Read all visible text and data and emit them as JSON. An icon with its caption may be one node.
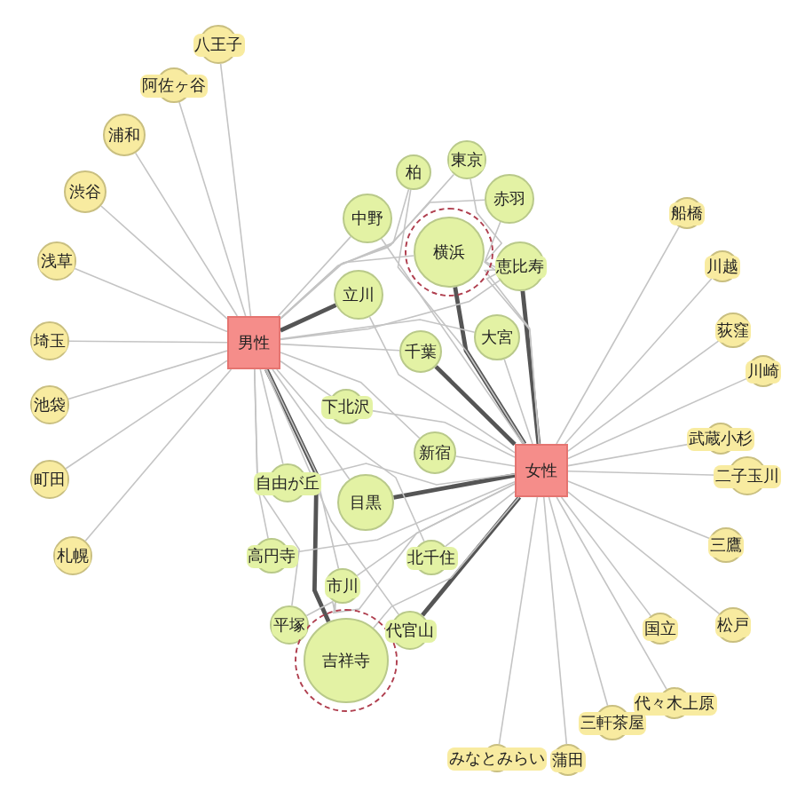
{
  "diagram": {
    "nodes": [
      {
        "text": [
          "男性"
        ]
      },
      {
        "text": [
          "女性"
        ]
      },
      {
        "text": [
          "八王子"
        ]
      },
      {
        "text": [
          "阿佐ヶ谷"
        ]
      },
      {
        "text": [
          "浦和"
        ]
      },
      {
        "text": [
          "渋谷"
        ]
      },
      {
        "text": [
          "浅草"
        ]
      },
      {
        "text": [
          "埼玉"
        ]
      },
      {
        "text": [
          "池袋"
        ]
      },
      {
        "text": [
          "町田"
        ]
      },
      {
        "text": [
          "札幌"
        ]
      },
      {
        "text": [
          "柏"
        ]
      },
      {
        "text": [
          "東京"
        ]
      },
      {
        "text": [
          "中野"
        ]
      },
      {
        "text": [
          "横浜"
        ]
      },
      {
        "text": [
          "赤羽"
        ]
      },
      {
        "text": [
          "恵比寿"
        ]
      },
      {
        "text": [
          "立川"
        ]
      },
      {
        "text": [
          "千葉"
        ]
      },
      {
        "text": [
          "大宮"
        ]
      },
      {
        "text": [
          "下北沢"
        ]
      },
      {
        "text": [
          "新宿"
        ]
      },
      {
        "text": [
          "自由が丘"
        ]
      },
      {
        "text": [
          "目黒"
        ]
      },
      {
        "text": [
          "高円寺"
        ]
      },
      {
        "text": [
          "北千住"
        ]
      },
      {
        "text": [
          "市川"
        ]
      },
      {
        "text": [
          "平塚"
        ]
      },
      {
        "text": [
          "代官山"
        ]
      },
      {
        "text": [
          "吉祥寺"
        ]
      },
      {
        "text": [
          "船橋"
        ]
      },
      {
        "text": [
          "川越"
        ]
      },
      {
        "text": [
          "荻窪"
        ]
      },
      {
        "text": [
          "川崎"
        ]
      },
      {
        "text": [
          "武蔵小杉"
        ]
      },
      {
        "text": [
          "二子玉川"
        ]
      },
      {
        "text": [
          "三鷹"
        ]
      },
      {
        "text": [
          "松戸"
        ]
      },
      {
        "text": [
          "国立"
        ]
      },
      {
        "text": [
          "代々木上原"
        ]
      },
      {
        "text": [
          "三軒茶屋"
        ]
      },
      {
        "text": [
          "蒲田"
        ]
      },
      {
        "text": [
          "みなとみらい"
        ]
      }
    ],
    "edges": [
      {
        "from": 0,
        "to": 2,
        "arrow": "none"
      },
      {
        "from": 0,
        "to": 3,
        "arrow": "none"
      },
      {
        "from": 0,
        "to": 4,
        "arrow": "none"
      },
      {
        "from": 0,
        "to": 5,
        "arrow": "none"
      },
      {
        "from": 0,
        "to": 6,
        "arrow": "none"
      },
      {
        "from": 0,
        "to": 7,
        "arrow": "none"
      },
      {
        "from": 0,
        "to": 8,
        "arrow": "none"
      },
      {
        "from": 0,
        "to": 9,
        "arrow": "none"
      },
      {
        "from": 0,
        "to": 10,
        "arrow": "none"
      },
      {
        "from": 0,
        "to": 11,
        "arrow": "none"
      },
      {
        "from": 0,
        "to": 12,
        "arrow": "none"
      },
      {
        "from": 0,
        "to": 13,
        "arrow": "none"
      },
      {
        "from": 0,
        "to": 14,
        "arrow": "none"
      },
      {
        "from": 0,
        "to": 15,
        "arrow": "none"
      },
      {
        "from": 0,
        "to": 16,
        "arrow": "none"
      },
      {
        "from": 0,
        "to": 17,
        "arrow": "none",
        "style": "thick",
        "color": "#555555"
      },
      {
        "from": 0,
        "to": 18,
        "arrow": "none"
      },
      {
        "from": 0,
        "to": 19,
        "arrow": "none"
      },
      {
        "from": 0,
        "to": 20,
        "arrow": "none"
      },
      {
        "from": 0,
        "to": 21,
        "arrow": "none"
      },
      {
        "from": 0,
        "to": 22,
        "arrow": "none"
      },
      {
        "from": 0,
        "to": 23,
        "arrow": "none"
      },
      {
        "from": 0,
        "to": 24,
        "arrow": "none"
      },
      {
        "from": 0,
        "to": 25,
        "arrow": "none"
      },
      {
        "from": 0,
        "to": 26,
        "arrow": "none"
      },
      {
        "from": 0,
        "to": 27,
        "arrow": "none"
      },
      {
        "from": 0,
        "to": 28,
        "arrow": "none"
      },
      {
        "from": 0,
        "to": 29,
        "arrow": "none",
        "style": "thick",
        "color": "#555555"
      },
      {
        "from": 1,
        "to": 11,
        "arrow": "none"
      },
      {
        "from": 1,
        "to": 12,
        "arrow": "none"
      },
      {
        "from": 1,
        "to": 13,
        "arrow": "none"
      },
      {
        "from": 1,
        "to": 14,
        "arrow": "none",
        "style": "thick",
        "color": "#555555"
      },
      {
        "from": 1,
        "to": 15,
        "arrow": "none"
      },
      {
        "from": 1,
        "to": 16,
        "arrow": "none",
        "style": "thick",
        "color": "#555555"
      },
      {
        "from": 1,
        "to": 17,
        "arrow": "none"
      },
      {
        "from": 1,
        "to": 18,
        "arrow": "none",
        "style": "thick",
        "color": "#555555"
      },
      {
        "from": 1,
        "to": 19,
        "arrow": "none"
      },
      {
        "from": 1,
        "to": 20,
        "arrow": "none"
      },
      {
        "from": 1,
        "to": 21,
        "arrow": "none"
      },
      {
        "from": 1,
        "to": 22,
        "arrow": "none"
      },
      {
        "from": 1,
        "to": 23,
        "arrow": "none",
        "style": "thick",
        "color": "#555555"
      },
      {
        "from": 1,
        "to": 24,
        "arrow": "none"
      },
      {
        "from": 1,
        "to": 25,
        "arrow": "none"
      },
      {
        "from": 1,
        "to": 26,
        "arrow": "none"
      },
      {
        "from": 1,
        "to": 27,
        "arrow": "none"
      },
      {
        "from": 1,
        "to": 28,
        "arrow": "none",
        "style": "thick",
        "color": "#555555"
      },
      {
        "from": 1,
        "to": 29,
        "arrow": "none"
      },
      {
        "from": 1,
        "to": 30,
        "arrow": "none"
      },
      {
        "from": 1,
        "to": 31,
        "arrow": "none"
      },
      {
        "from": 1,
        "to": 32,
        "arrow": "none"
      },
      {
        "from": 1,
        "to": 33,
        "arrow": "none"
      },
      {
        "from": 1,
        "to": 34,
        "arrow": "none"
      },
      {
        "from": 1,
        "to": 35,
        "arrow": "none"
      },
      {
        "from": 1,
        "to": 36,
        "arrow": "none"
      },
      {
        "from": 1,
        "to": 37,
        "arrow": "none"
      },
      {
        "from": 1,
        "to": 38,
        "arrow": "none"
      },
      {
        "from": 1,
        "to": 39,
        "arrow": "none"
      },
      {
        "from": 1,
        "to": 40,
        "arrow": "none"
      },
      {
        "from": 1,
        "to": 41,
        "arrow": "none"
      },
      {
        "from": 1,
        "to": 42,
        "arrow": "none"
      }
    ]
  }
}
